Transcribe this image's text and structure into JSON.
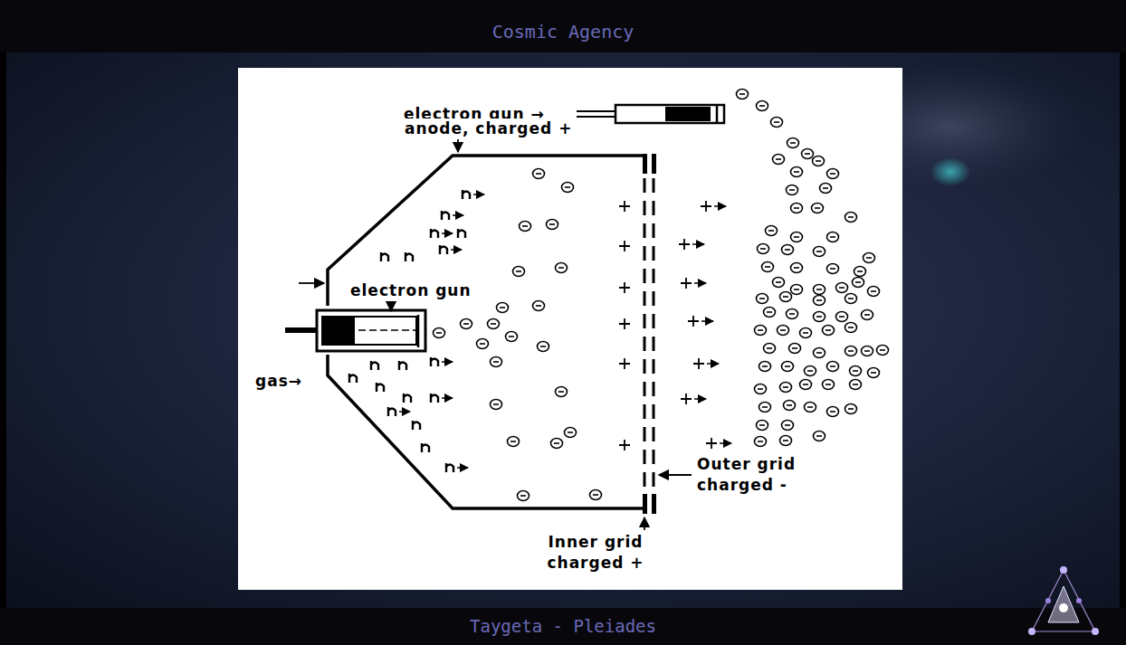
{
  "diagram": {
    "title": "Cosmic Agency",
    "caption": "Taygeta - Pleiades",
    "labels": [
      "electron gun →",
      "anode, charged +",
      "electron gun",
      "gas→",
      "Outer grid charged -",
      "Inner grid charged +"
    ]
  }
}
